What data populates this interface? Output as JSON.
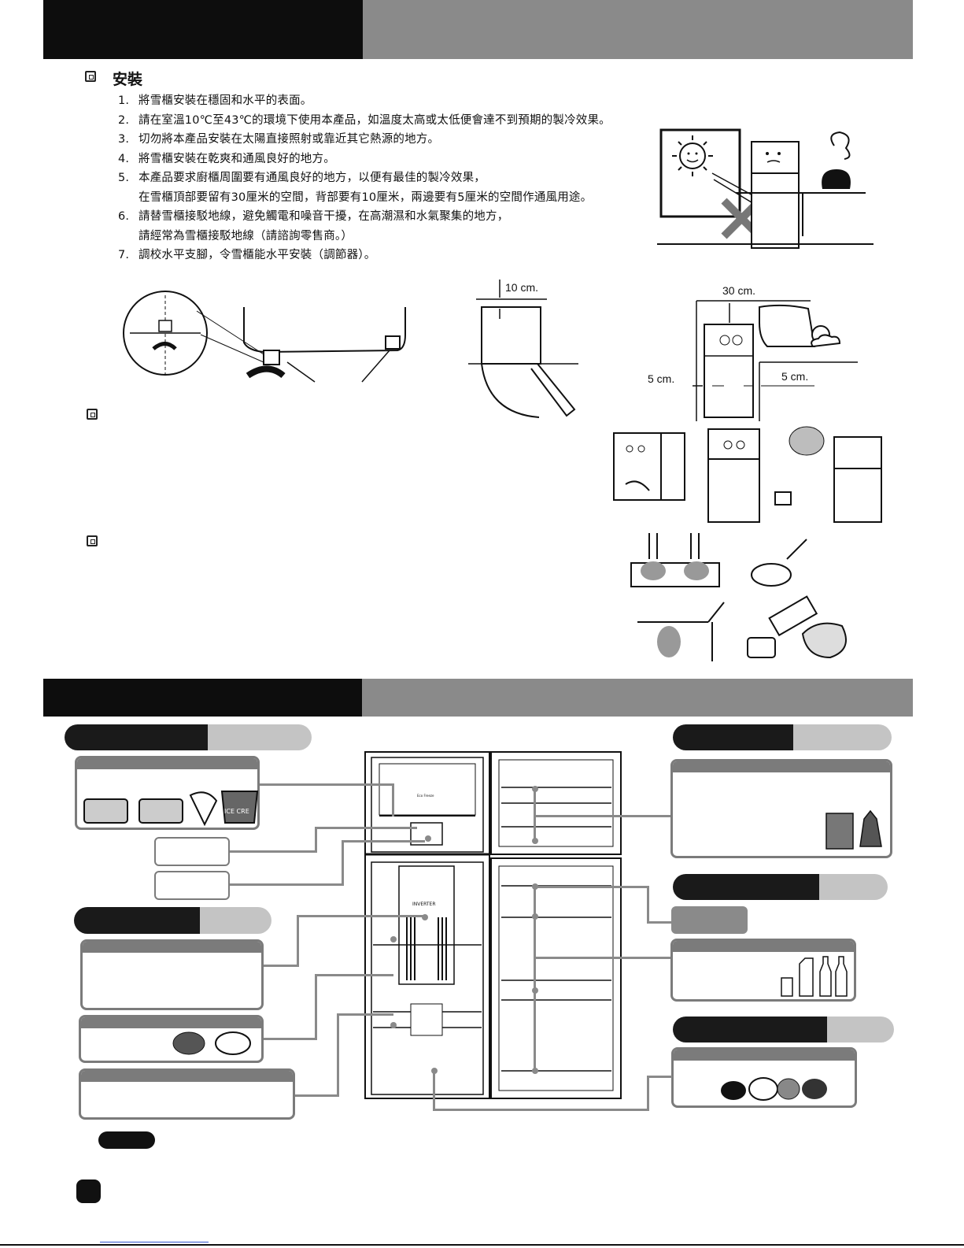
{
  "install": {
    "title": "安裝",
    "items": [
      {
        "num": "1.",
        "text": "將雪櫃安裝在穩固和水平的表面。"
      },
      {
        "num": "2.",
        "text": "請在室溫10℃至43℃的環境下使用本產品，如溫度太高或太低便會達不到預期的製冷效果。"
      },
      {
        "num": "3.",
        "text": "切勿將本產品安裝在太陽直接照射或靠近其它熱源的地方。"
      },
      {
        "num": "4.",
        "text": "將雪櫃安裝在乾爽和通風良好的地方。"
      },
      {
        "num": "5.",
        "text": "本產品要求廚櫃周圍要有通風良好的地方，以便有最佳的製冷效果，"
      },
      {
        "num": "",
        "text": "在雪櫃頂部要留有30厘米的空間，背部要有10厘米，兩邊要有5厘米的空間作通風用途。"
      },
      {
        "num": "6.",
        "text": "請替雪櫃接駁地線，避免觸電和噪音干擾，在高潮濕和水氣聚集的地方，"
      },
      {
        "num": "",
        "text": "請經常為雪櫃接駁地線（請諮詢零售商。）"
      },
      {
        "num": "7.",
        "text": "調校水平支腳，令雪櫃能水平安裝（調節器）。"
      }
    ]
  },
  "clearances": {
    "back": "10 cm.",
    "top": "30 cm.",
    "left": "5 cm.",
    "right": "5 cm."
  },
  "fridge_labels": {
    "freezer_logo_line": "Eco Freeze",
    "inverter": "INVERTER"
  },
  "illustrations": {
    "sun": "sun-icon",
    "kettle": "kettle-icon",
    "cross": "cross-mark-icon",
    "cloud": "cloud-sun-icon",
    "ice_bucket_label": "ICE CRE"
  },
  "colors": {
    "header_black": "#0d0d0d",
    "header_gray": "#8a8a8a",
    "pill_light": "#c4c4c4",
    "box_border": "#7b7b7b"
  }
}
